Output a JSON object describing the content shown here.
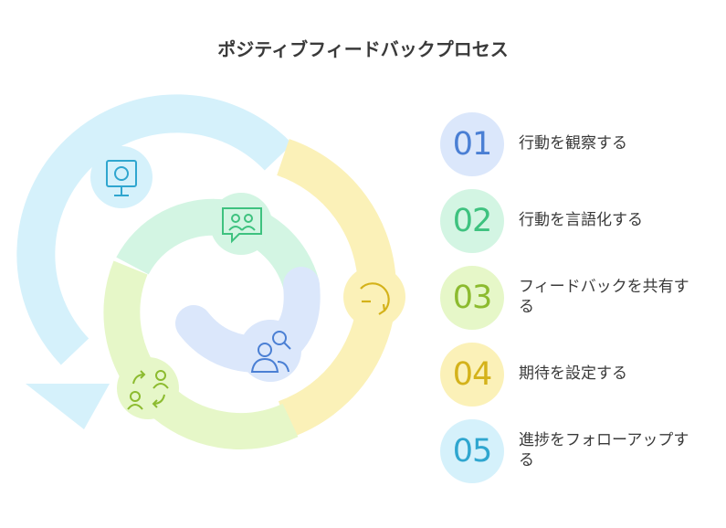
{
  "title": "ポジティブフィードバックプロセス",
  "steps": [
    {
      "number": "01",
      "label": "行動を観察する",
      "icon": "camera-icon",
      "bg": "#dbe7fb",
      "fg": "#4a7fd4"
    },
    {
      "number": "02",
      "label": "行動を言語化する",
      "icon": "people-chat-icon",
      "bg": "#d3f5e3",
      "fg": "#3ec27f"
    },
    {
      "number": "03",
      "label": "フィードバックを共有する",
      "icon": "refresh-arrow-icon",
      "bg": "#e6f7c8",
      "fg": "#8cbb2f"
    },
    {
      "number": "04",
      "label": "期待を設定する",
      "icon": "user-exchange-icon",
      "bg": "#fbf1b8",
      "fg": "#d4b21a"
    },
    {
      "number": "05",
      "label": "進捗をフォローアップする",
      "icon": "user-search-icon",
      "bg": "#d5f1fb",
      "fg": "#2fa6cf"
    }
  ]
}
